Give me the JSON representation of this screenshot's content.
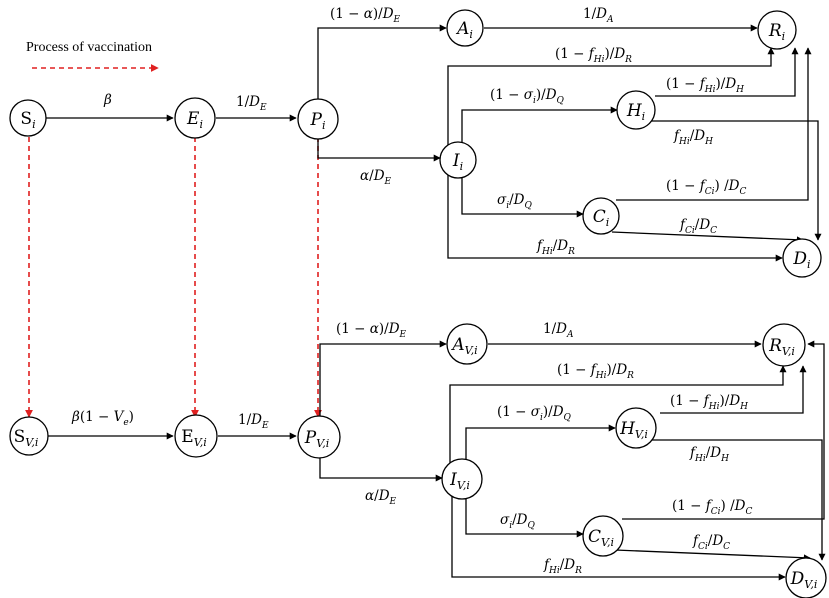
{
  "legend": {
    "text": "Process of vaccination",
    "color": "#e02020"
  },
  "nodes": {
    "S_i": {
      "main": "S",
      "sub": "i"
    },
    "E_i": {
      "main": "E",
      "sub": "i"
    },
    "P_i": {
      "main": "P",
      "sub": "i"
    },
    "A_i": {
      "main": "A",
      "sub": "i"
    },
    "I_i": {
      "main": "I",
      "sub": "i"
    },
    "H_i": {
      "main": "H",
      "sub": "i"
    },
    "C_i": {
      "main": "C",
      "sub": "i"
    },
    "R_i": {
      "main": "R",
      "sub": "i"
    },
    "D_i": {
      "main": "D",
      "sub": "i"
    },
    "S_Vi": {
      "main": "S",
      "sub": "V,i"
    },
    "E_Vi": {
      "main": "E",
      "sub": "V,i"
    },
    "P_Vi": {
      "main": "P",
      "sub": "V,i"
    },
    "A_Vi": {
      "main": "A",
      "sub": "V,i"
    },
    "I_Vi": {
      "main": "I",
      "sub": "V,i"
    },
    "H_Vi": {
      "main": "H",
      "sub": "V,i"
    },
    "C_Vi": {
      "main": "C",
      "sub": "V,i"
    },
    "R_Vi": {
      "main": "R",
      "sub": "V,i"
    },
    "D_Vi": {
      "main": "D",
      "sub": "V,i"
    }
  },
  "edge_labels": {
    "beta": "β",
    "inv_DE": "1/D_E",
    "one_minus_alpha_DE": "(1 − α)/D_E",
    "alpha_DE": "α/D_E",
    "inv_DA": "1/D_A",
    "one_minus_fHi_DR": "(1 − f_Hi)/D_R",
    "one_minus_sigma_DQ": "(1 − σ_i)/D_Q",
    "one_minus_fHi_DH": "(1 − f_Hi)/D_H",
    "fHi_DH": "f_Hi/D_H",
    "sigma_DQ": "σ_i/D_Q",
    "one_minus_fCi_DC": "(1 − f_Ci) /D_C",
    "fCi_DC": "f_Ci/D_C",
    "fHi_DR": "f_Hi/D_R",
    "beta_Ve": "β(1 − V_e)"
  }
}
